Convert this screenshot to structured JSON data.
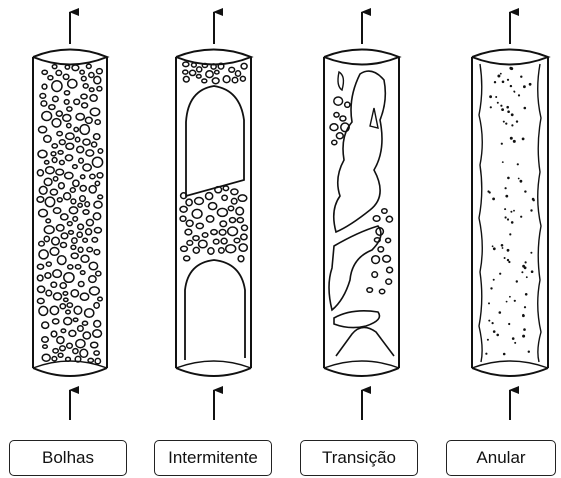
{
  "regimes": [
    {
      "id": "bolhas",
      "label": "Bolhas"
    },
    {
      "id": "intermitente",
      "label": "Intermitente"
    },
    {
      "id": "transicao",
      "label": "Transição"
    },
    {
      "id": "anular",
      "label": "Anular"
    }
  ]
}
